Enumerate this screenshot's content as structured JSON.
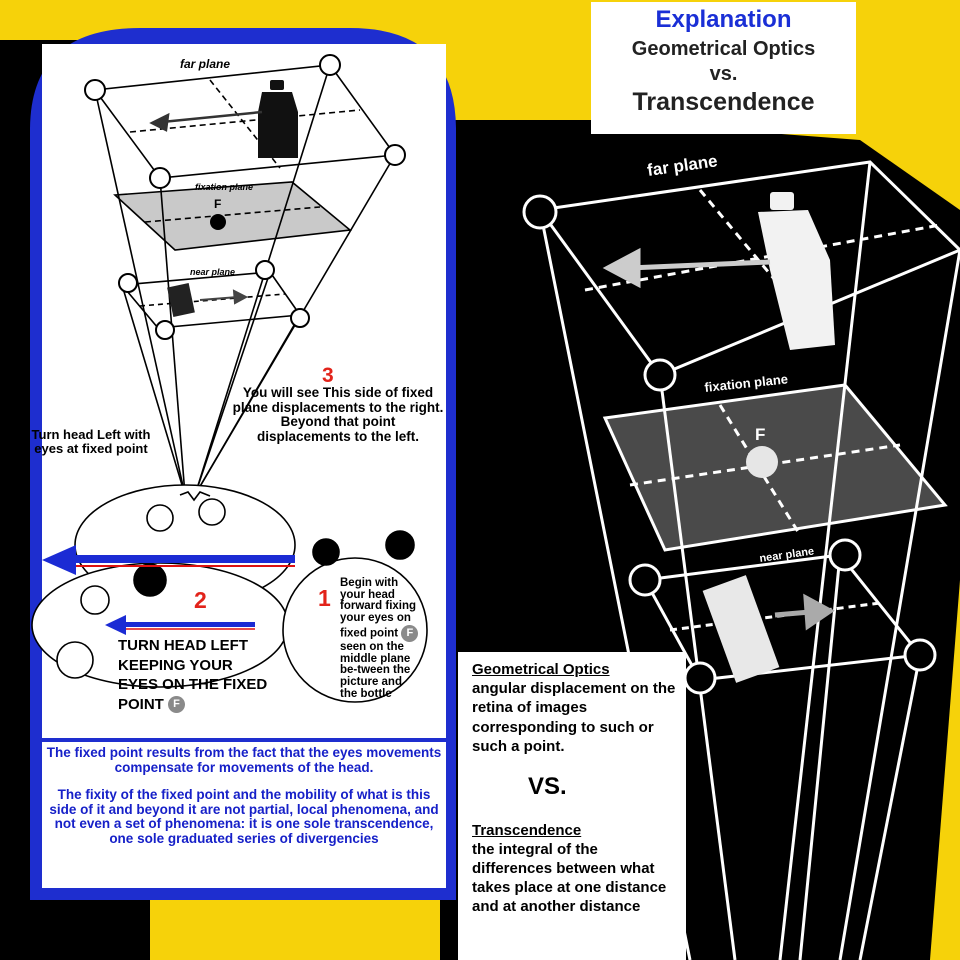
{
  "title": {
    "line1": "Explanation",
    "line2": "Geometrical Optics",
    "line3": "vs.",
    "line4": "Transcendence"
  },
  "left_diagram": {
    "far_plane": "far plane",
    "fixation_plane": "fixation plane",
    "near_plane": "near plane",
    "fixed_point_letter": "F",
    "turn_head": "Turn head Left with eyes at fixed point",
    "step3_number": "3",
    "step3_text": "You will see This side of fixed plane displacements to the right. Beyond that point displacements to the left.",
    "step2_number": "2",
    "step2_text": "TURN HEAD LEFT KEEPING YOUR EYES ON THE FIXED POINT",
    "step1_number": "1",
    "step1_text": "Begin with your head forward fixing your eyes on fixed point",
    "step1_text_after": "seen on the middle plane be-tween the picture and the bottle",
    "badge_letter": "F"
  },
  "explanation_box": {
    "para1": "The fixed point results from the fact that the eyes movements compensate for movements of the head.",
    "para2": "The fixity of the fixed point and the mobility of what is this side of it and beyond it are not partial, local phenomena, and not even a set of phenomena: it is one sole transcendence, one sole graduated series of divergencies"
  },
  "right_diagram": {
    "far_plane": "far plane",
    "fixation_plane": "fixation plane",
    "near_plane": "near plane",
    "fixed_point_letter": "F"
  },
  "definitions": {
    "geo_title": "Geometrical Optics",
    "geo_text": "angular displacement on the retina of images corresponding to such or such a point.",
    "vs": "VS.",
    "trans_title": "Transcendence",
    "trans_text": "the integral of the differences between what takes place at one distance and at another distance"
  },
  "colors": {
    "background": "#f6d20a",
    "panel_blue": "#1e2ecf",
    "title_blue": "#1a2fd6",
    "number_red": "#e2231a",
    "black": "#000000"
  }
}
